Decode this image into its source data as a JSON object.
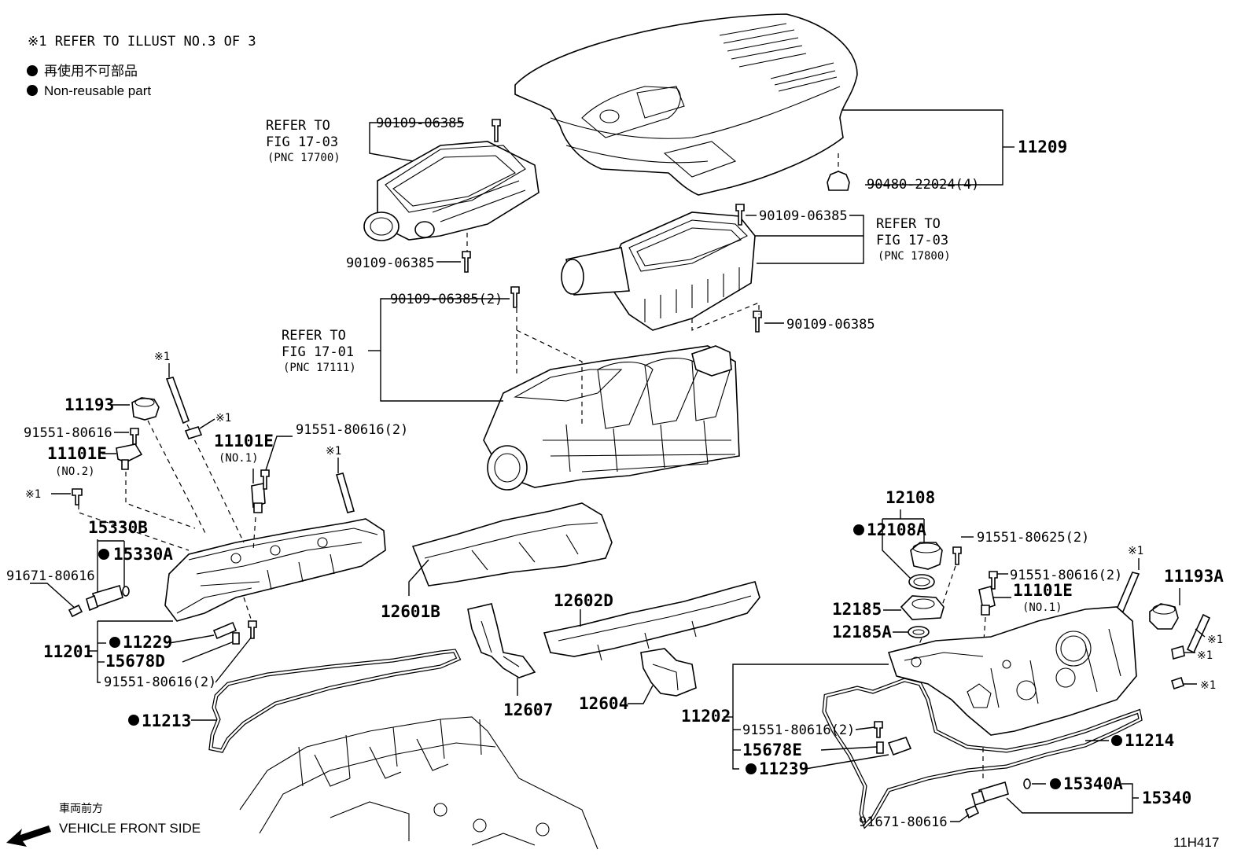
{
  "notes": {
    "refer_note": "※1 REFER TO ILLUST NO.3 OF 3",
    "legend_jp": "再使用不可部品",
    "legend_en": "Non-reusable part",
    "front_jp": "車両前方",
    "front_en": "VEHICLE FRONT SIDE",
    "illust_id": "11H417"
  },
  "refs": {
    "fig1703_a": [
      "REFER TO",
      "FIG 17-03",
      "(PNC 17700)"
    ],
    "fig1703_b": [
      "REFER TO",
      "FIG 17-03",
      "(PNC 17800)"
    ],
    "fig1701": [
      "REFER TO",
      "FIG 17-01",
      "(PNC 17111)"
    ]
  },
  "labels": {
    "p11209": "11209",
    "p90480": "90480-22024(4)",
    "p90109_a": "90109-06385",
    "p90109_b": "90109-06385",
    "p90109_c": "90109-06385",
    "p90109_d": "90109-06385",
    "p90109_e": "90109-06385(2)",
    "p11193": "11193",
    "p91551_l": "91551-80616",
    "p11101e_l": "11101E",
    "no2": "(NO.2)",
    "p11101e_c": "11101E",
    "no1_c": "(NO.1)",
    "p91551_2": "91551-80616(2)",
    "ref1": "※1",
    "p15330b": "15330B",
    "p15330a": "15330A",
    "p91671_l": "91671-80616",
    "p11201": "11201",
    "p11229": "11229",
    "p15678d": "15678D",
    "p91551_3": "91551-80616(2)",
    "p11213": "11213",
    "p12601b": "12601B",
    "p12602d": "12602D",
    "p12607": "12607",
    "p12604": "12604",
    "p12108": "12108",
    "p12108a": "12108A",
    "p91551_625": "91551-80625(2)",
    "p12185": "12185",
    "p12185a": "12185A",
    "p91551_r": "91551-80616(2)",
    "p11101e_r": "11101E",
    "no1_r": "(NO.1)",
    "p11193a": "11193A",
    "p11202": "11202",
    "p91551_r2": "91551-80616(2)",
    "p15678e": "15678E",
    "p11239": "11239",
    "p11214": "11214",
    "p15340a": "15340A",
    "p15340": "15340",
    "p91671_r": "91671-80616"
  }
}
